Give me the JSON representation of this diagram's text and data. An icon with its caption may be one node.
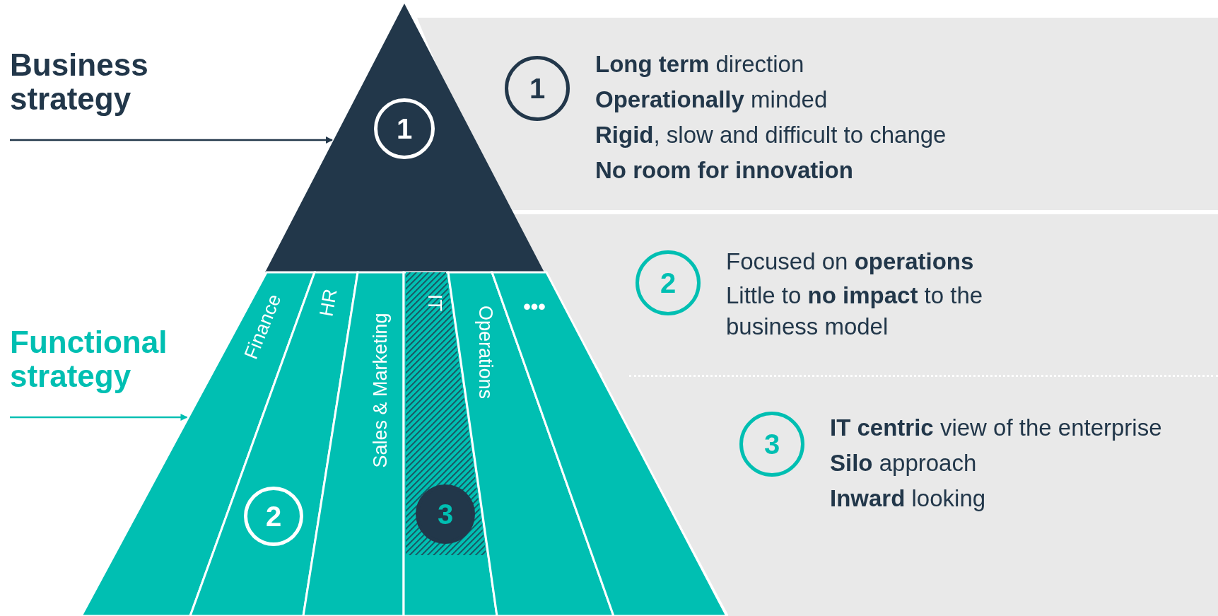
{
  "diagram": {
    "nodes": [
      {
        "text": [
          "Business strategy"
        ]
      },
      {
        "text": [],
        "shape": "triangle"
      },
      {
        "text": [
          "1"
        ],
        "in": 1
      },
      {
        "text": [
          "Functional strategy"
        ]
      },
      {
        "text": [
          "Finance"
        ]
      },
      {
        "text": [
          "HR"
        ]
      },
      {
        "text": [
          "Sales & Marketing"
        ]
      },
      {
        "text": [
          "IT"
        ]
      },
      {
        "text": [
          "Operations"
        ]
      },
      {
        "text": [
          "•••"
        ]
      },
      {
        "text": [
          "2"
        ],
        "in": 5
      },
      {
        "text": [
          "3"
        ],
        "in": 7
      },
      {
        "text": [
          "**Long term** direction",
          "**Operationally** minded",
          "**Rigid**, slow and difficult to change",
          "**No room for innovation**"
        ]
      },
      {
        "text": [
          "1"
        ],
        "in": 12
      },
      {
        "text": [
          "Focused on **operations**",
          "Little to **no impact** to the business model"
        ]
      },
      {
        "text": [
          "2"
        ],
        "in": 14
      },
      {
        "text": [
          "**IT centric** view of the enterprise",
          "**Silo** approach",
          "**Inward** looking"
        ]
      },
      {
        "text": [
          "3"
        ],
        "in": 16
      }
    ],
    "edges": [
      {
        "from": 0,
        "to": 1,
        "arrow": "to",
        "color": "#22374a"
      },
      {
        "from": 3,
        "to": 4,
        "arrow": "to",
        "color": "#00bfb2"
      }
    ]
  }
}
